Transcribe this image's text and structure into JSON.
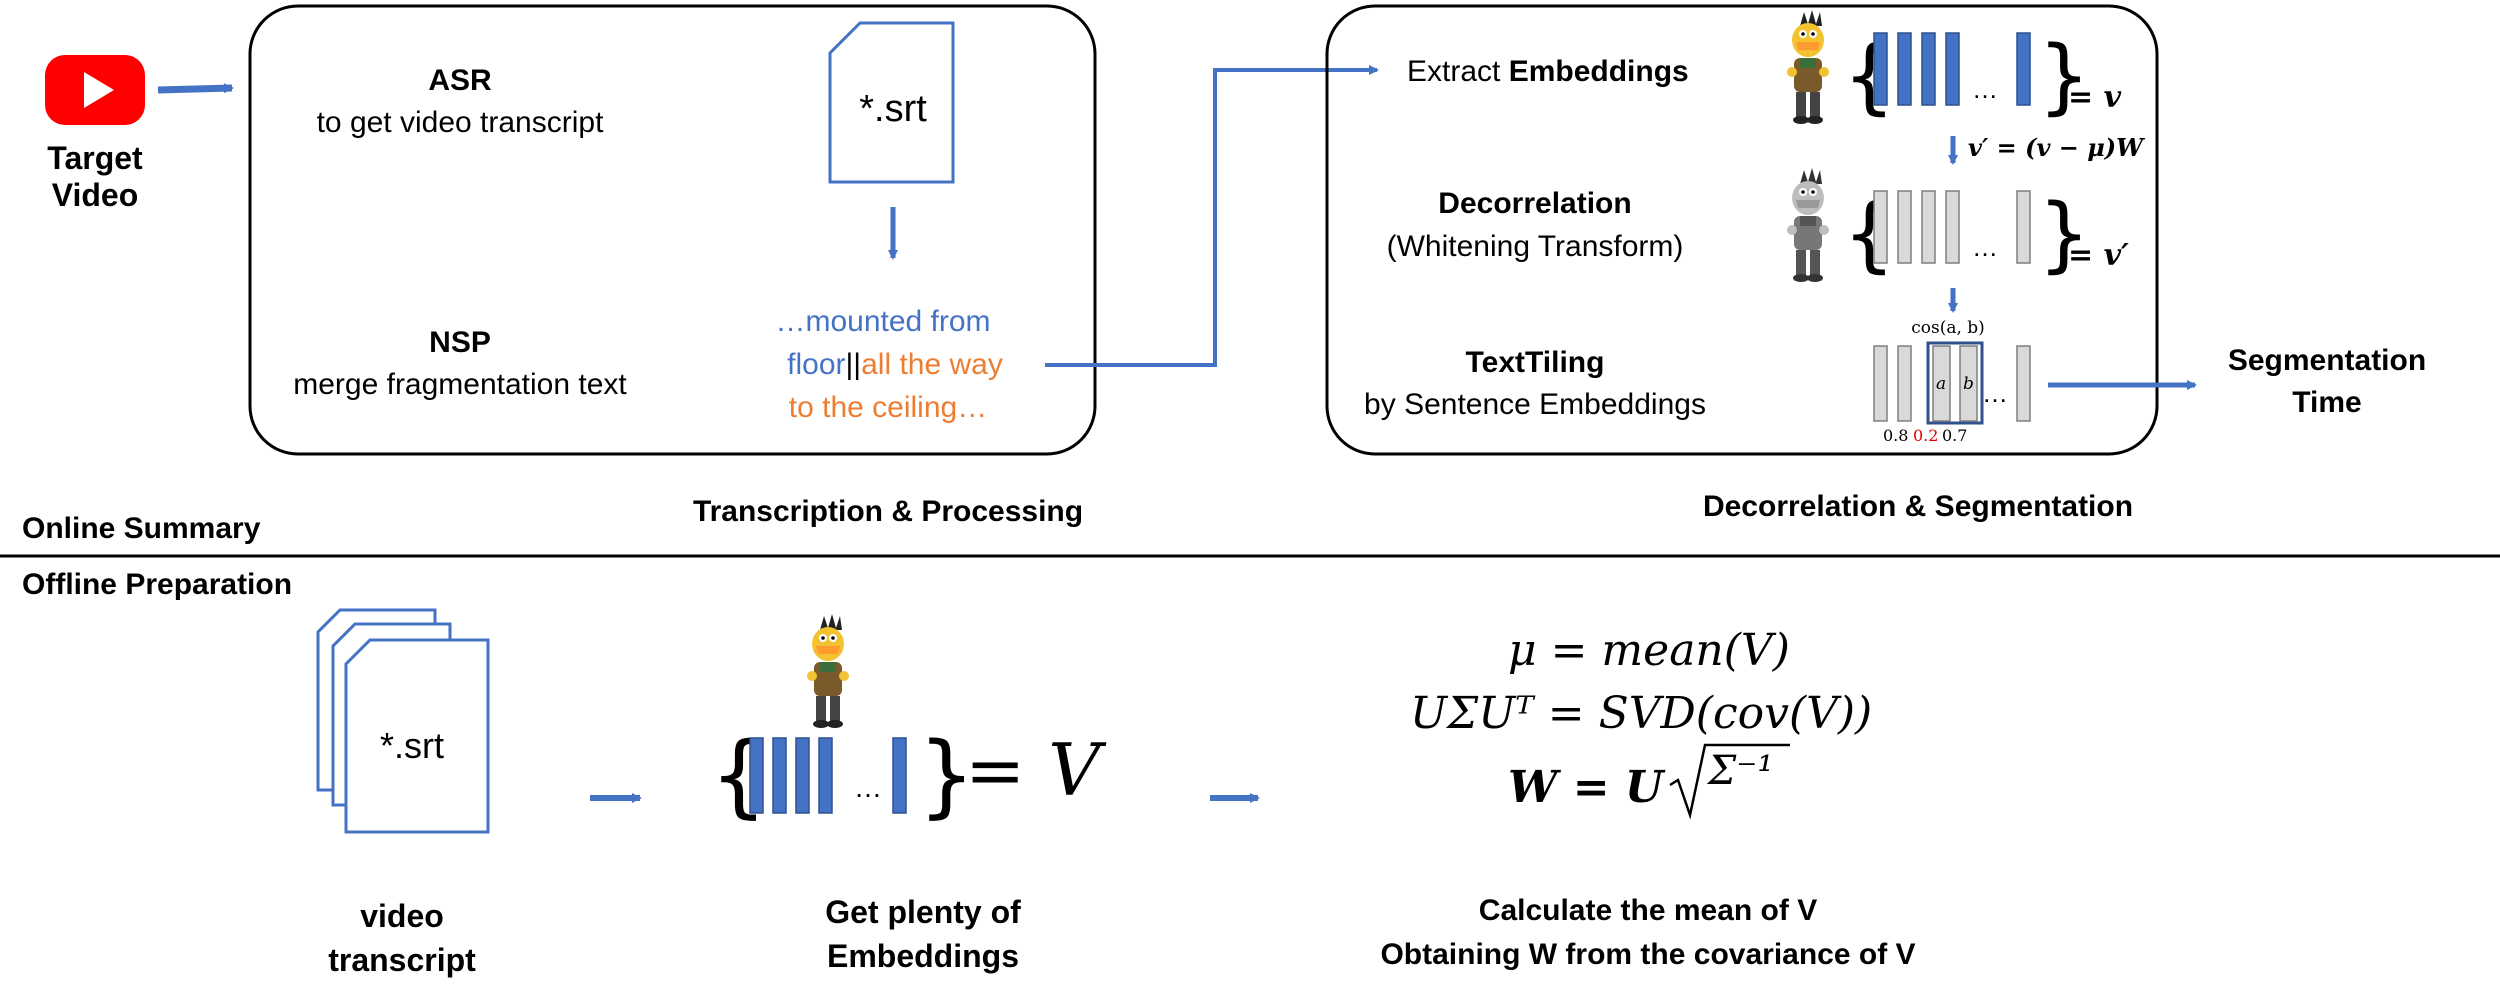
{
  "target": {
    "label": "Target Video"
  },
  "transcription": {
    "asr_title": "ASR",
    "asr_desc": "to get video transcript",
    "srt_label": "*.srt",
    "nsp_title": "NSP",
    "nsp_desc": "merge fragmentation text",
    "text_line1": "…mounted from",
    "text_line2a": "floor",
    "text_sep": "||",
    "text_line2b": "all the way",
    "text_line3": "to the ceiling…",
    "caption": "Transcription & Processing"
  },
  "decorrelation": {
    "extract_prefix": "Extract ",
    "extract_bold": "Embeddings",
    "v_label": "= v",
    "formula": "v′ = (v − μ)W",
    "decor_title": "Decorrelation",
    "decor_desc": "(Whitening Transform)",
    "vprime_label": "= v′",
    "cos_label": "cos(a, b)",
    "a_label": "a",
    "b_label": "b",
    "score1": "0.8",
    "score2": "0.2",
    "score3": "0.7",
    "texttiling_title": "TextTiling",
    "texttiling_desc": "by Sentence Embeddings",
    "caption": "Decorrelation & Segmentation",
    "dots": "…"
  },
  "segmentation_time": "Segmentation Time",
  "section_online": "Online Summary",
  "section_offline": "Offline Preparation",
  "offline": {
    "srt_label": "*.srt",
    "transcript_caption": "video transcript",
    "embeddings_caption": "Get plenty of Embeddings",
    "V_equals": "= V",
    "dots": "…",
    "eq1": "μ = mean(V)",
    "eq2": "UΣUᵀ = SVD(cov(V))",
    "eq3_left": "W = U",
    "eq3_root": "Σ⁻¹",
    "calc_line1": "Calculate the mean of V",
    "calc_line2": "Obtaining W from the covariance of V"
  },
  "colors": {
    "accent": "#4472c4",
    "orange": "#ed7d31",
    "red": "#e00000",
    "gray": "#d9d9d9",
    "youtube": "#ff0000"
  },
  "icons": [
    "youtube-icon",
    "bert-character-icon",
    "document-icon",
    "arrow-icon"
  ]
}
